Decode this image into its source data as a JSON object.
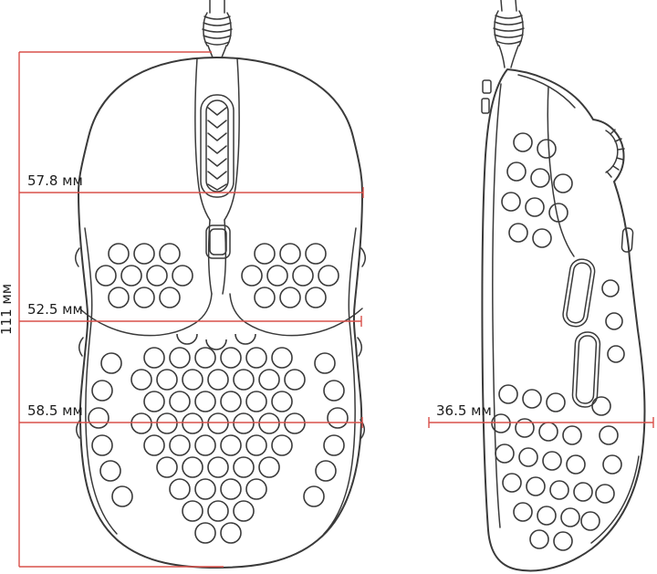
{
  "colors": {
    "background": "#ffffff",
    "drawing_line": "#3a3a3a",
    "dimension_line": "#d9504a",
    "label_text": "#1c1c1c"
  },
  "dimensions": {
    "front_width": {
      "label": "57.8 мм",
      "value": 57.8,
      "unit": "мм"
    },
    "waist_width": {
      "label": "52.5 мм",
      "value": 52.5,
      "unit": "мм"
    },
    "rear_width": {
      "label": "58.5 мм",
      "value": 58.5,
      "unit": "мм"
    },
    "length": {
      "label": "111 мм",
      "value": 111,
      "unit": "мм"
    },
    "height": {
      "label": "36.5 мм",
      "value": 36.5,
      "unit": "мм"
    }
  }
}
